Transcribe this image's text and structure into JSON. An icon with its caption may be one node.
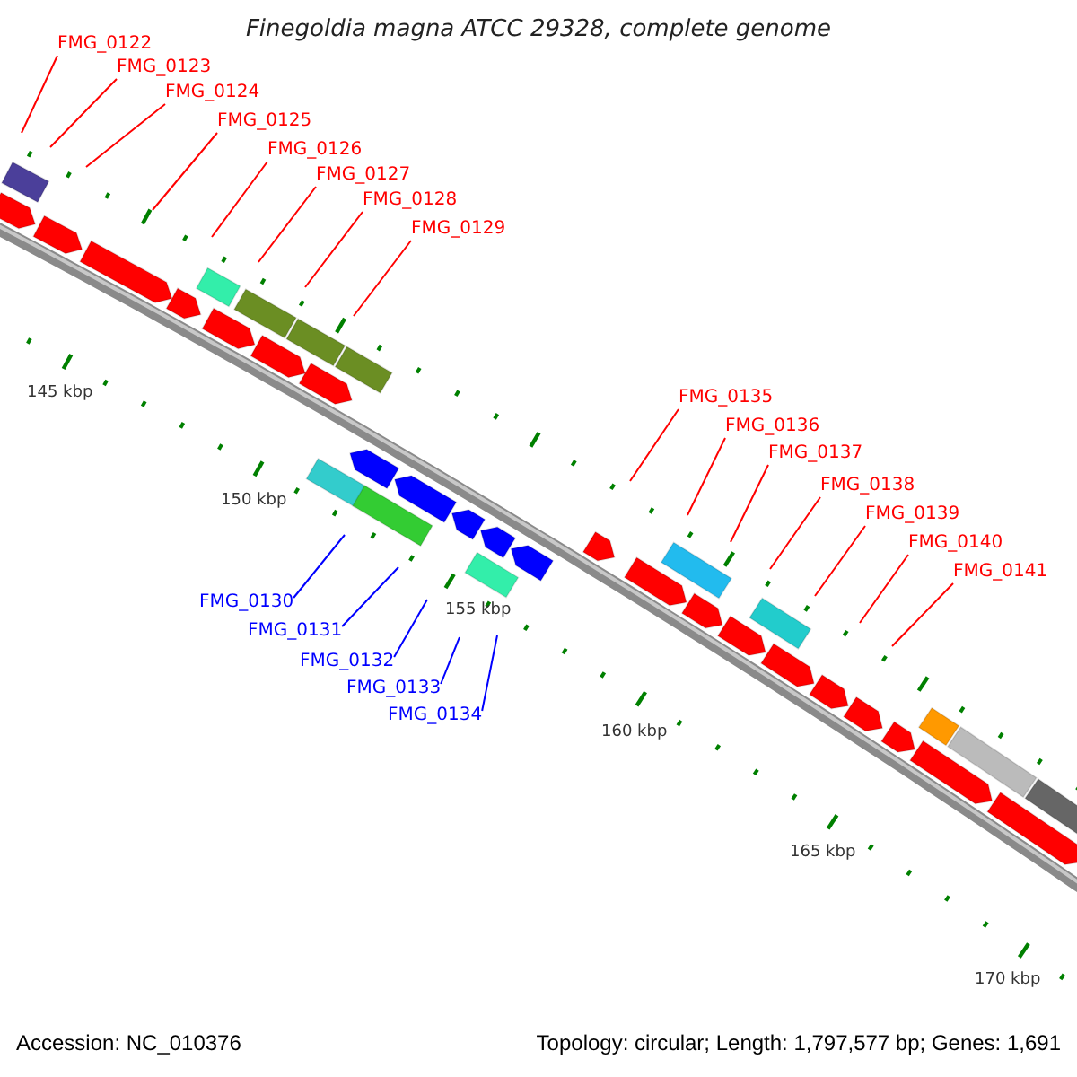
{
  "diagram": {
    "title": "Finegoldia magna ATCC 29328, complete genome",
    "nodes": [
      {
        "text": [
          "FMG_0122"
        ]
      },
      {
        "text": [
          "FMG_0123"
        ]
      },
      {
        "text": [
          "FMG_0124"
        ]
      },
      {
        "text": [
          "FMG_0125"
        ]
      },
      {
        "text": [
          "FMG_0126"
        ]
      },
      {
        "text": [
          "FMG_0127"
        ]
      },
      {
        "text": [
          "FMG_0128"
        ]
      },
      {
        "text": [
          "FMG_0129"
        ]
      },
      {
        "text": [
          "FMG_0130"
        ]
      },
      {
        "text": [
          "FMG_0131"
        ]
      },
      {
        "text": [
          "FMG_0132"
        ]
      },
      {
        "text": [
          "FMG_0133"
        ]
      },
      {
        "text": [
          "FMG_0134"
        ]
      },
      {
        "text": [
          "FMG_0135"
        ]
      },
      {
        "text": [
          "FMG_0136"
        ]
      },
      {
        "text": [
          "FMG_0137"
        ]
      },
      {
        "text": [
          "FMG_0138"
        ]
      },
      {
        "text": [
          "FMG_0139"
        ]
      },
      {
        "text": [
          "FMG_0140"
        ]
      },
      {
        "text": [
          "FMG_0141"
        ]
      }
    ],
    "edges": [
      {
        "from": 0,
        "to": null,
        "arrow": "none"
      },
      {
        "from": 1,
        "to": null,
        "arrow": "none"
      },
      {
        "from": 2,
        "to": null,
        "arrow": "none"
      },
      {
        "from": 3,
        "to": null,
        "arrow": "none"
      },
      {
        "from": 4,
        "to": null,
        "arrow": "none"
      },
      {
        "from": 5,
        "to": null,
        "arrow": "none"
      },
      {
        "from": 6,
        "to": null,
        "arrow": "none"
      },
      {
        "from": 7,
        "to": null,
        "arrow": "none"
      },
      {
        "from": 8,
        "to": null,
        "arrow": "none",
        "color": "#0000ff"
      },
      {
        "from": 9,
        "to": null,
        "arrow": "none",
        "color": "#0000ff"
      },
      {
        "from": 10,
        "to": null,
        "arrow": "none",
        "color": "#0000ff"
      },
      {
        "from": 11,
        "to": null,
        "arrow": "none",
        "color": "#0000ff"
      },
      {
        "from": 12,
        "to": null,
        "arrow": "none",
        "color": "#0000ff"
      },
      {
        "from": 13,
        "to": null,
        "arrow": "none"
      },
      {
        "from": 14,
        "to": null,
        "arrow": "none"
      },
      {
        "from": 15,
        "to": null,
        "arrow": "none"
      },
      {
        "from": 16,
        "to": null,
        "arrow": "none"
      },
      {
        "from": 17,
        "to": null,
        "arrow": "none"
      },
      {
        "from": 18,
        "to": null,
        "arrow": "none"
      },
      {
        "from": 19,
        "to": null,
        "arrow": "none"
      }
    ],
    "labels": [
      "145 kbp",
      "150 kbp",
      "155 kbp",
      "160 kbp",
      "165 kbp",
      "170 kbp",
      "Accession: NC_010376",
      "Topology: circular; Length: 1,797,577 bp; Genes: 1,691"
    ]
  }
}
